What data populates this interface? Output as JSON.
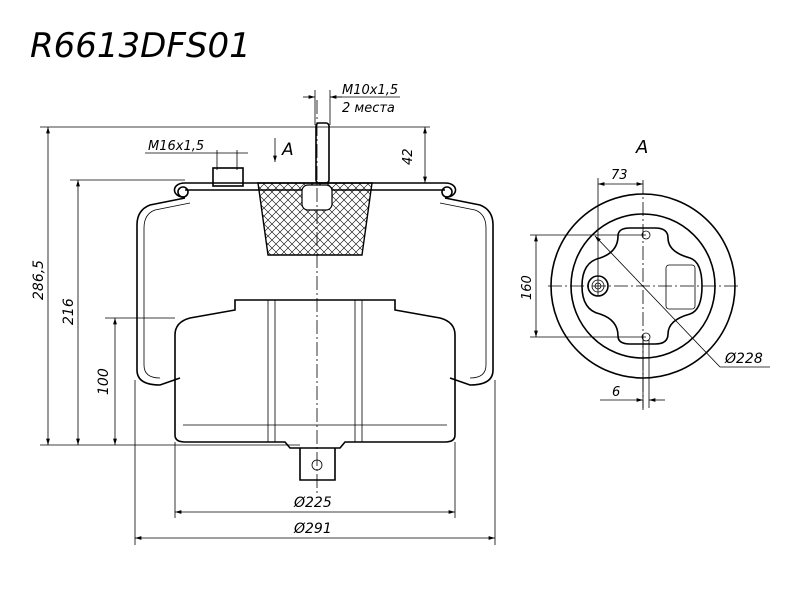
{
  "title": "R6613DFS01",
  "main_view": {
    "stud_thread": "M10x1,5",
    "stud_count": "2 места",
    "fitting_thread": "M16x1,5",
    "view_marker": "A",
    "dim_stud_height": "42",
    "dim_total_height": "286,5",
    "dim_height_216": "216",
    "dim_piston_height": "100",
    "dim_piston_diameter": "Ø225",
    "dim_outer_diameter": "Ø291"
  },
  "view_a": {
    "label": "A",
    "dim_offset": "73",
    "dim_stud_spacing": "160",
    "dim_plate_diameter": "Ø228",
    "dim_small": "6"
  }
}
